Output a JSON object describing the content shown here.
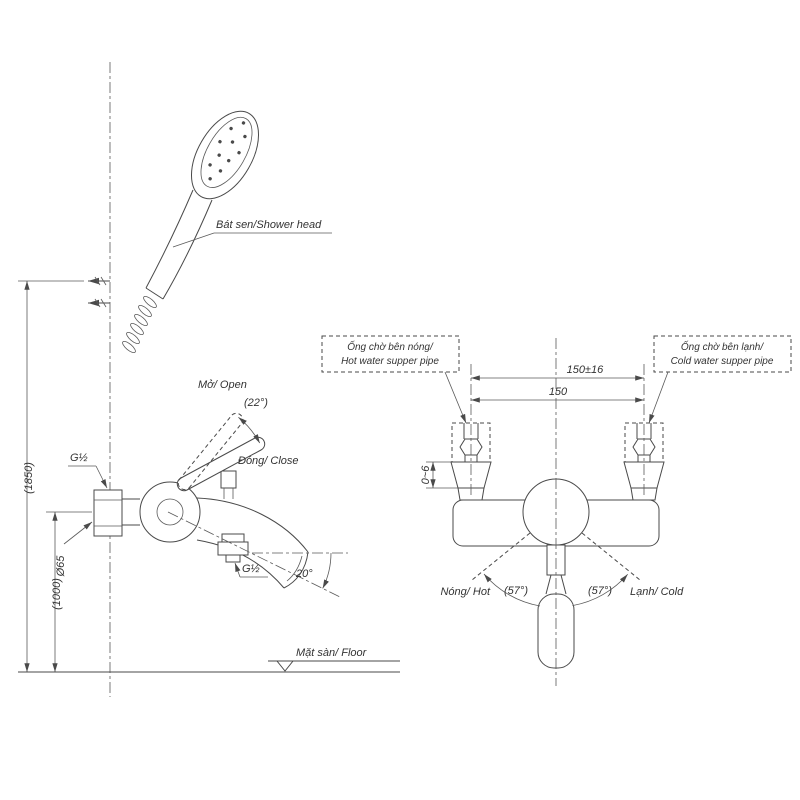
{
  "left_view": {
    "shower_head_label": "Bát sen/Shower head",
    "dim_total_height": "(1850)",
    "dim_mixer_height": "(1000)",
    "open_label": "Mở/ Open",
    "open_angle": "(22°)",
    "close_label": "Đóng/ Close",
    "wall_thread_label": "G½",
    "flange_diameter_label": "Ø65",
    "spout_thread_label": "G½",
    "spout_angle": "20°",
    "floor_label": "Mặt sàn/ Floor"
  },
  "right_view": {
    "hot_pipe_label_vi": "Ống chờ bên nóng/",
    "hot_pipe_label_en": "Hot water supper pipe",
    "cold_pipe_label_vi": "Ống chờ bên lạnh/",
    "cold_pipe_label_en": "Cold water supper pipe",
    "dim_center_tolerance": "150±16",
    "dim_center": "150",
    "dim_wall_gap": "0~6",
    "hot_label": "Nóng/ Hot",
    "hot_swing_angle": "(57°)",
    "cold_swing_angle": "(57°)",
    "cold_label": "Lạnh/ Cold"
  },
  "colors": {
    "line": "#4a4a4a",
    "text": "#333333",
    "background": "#ffffff"
  }
}
